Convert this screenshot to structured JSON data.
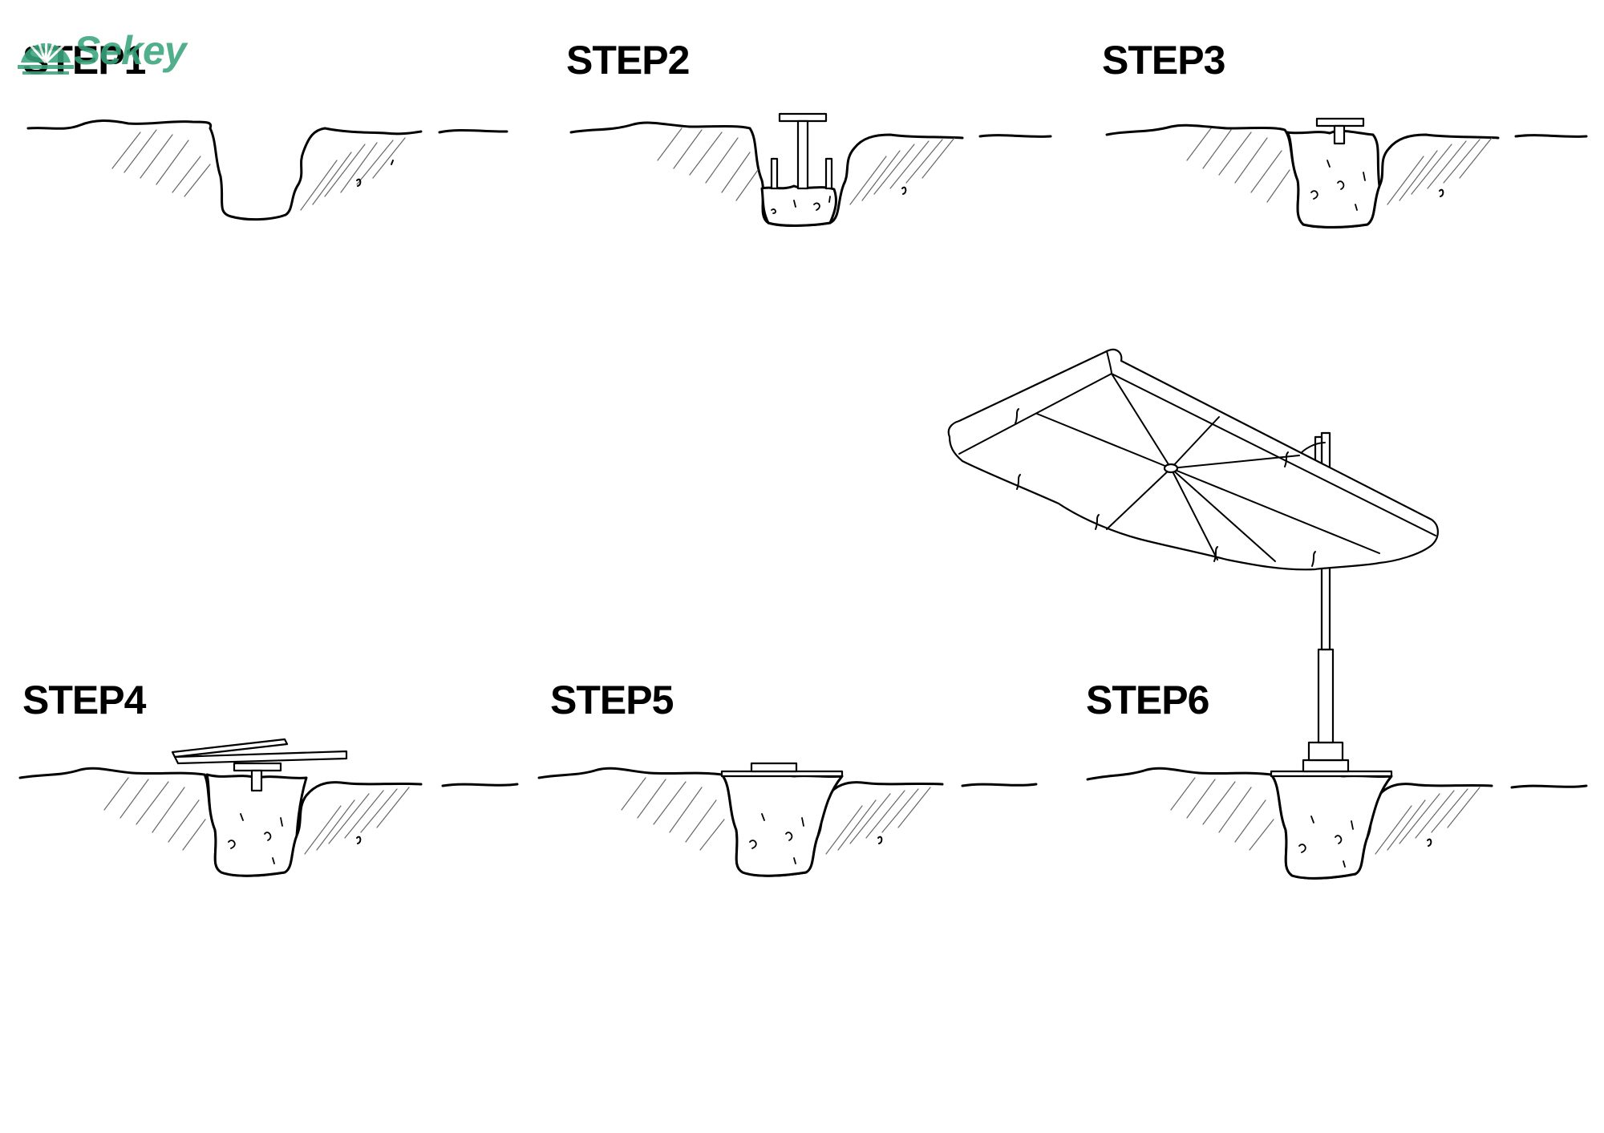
{
  "brand": {
    "name": "Sekey",
    "color": "#3aa57d"
  },
  "steps": [
    {
      "label": "STEP1"
    },
    {
      "label": "STEP2"
    },
    {
      "label": "STEP3"
    },
    {
      "label": "STEP4"
    },
    {
      "label": "STEP5"
    },
    {
      "label": "STEP6"
    }
  ]
}
